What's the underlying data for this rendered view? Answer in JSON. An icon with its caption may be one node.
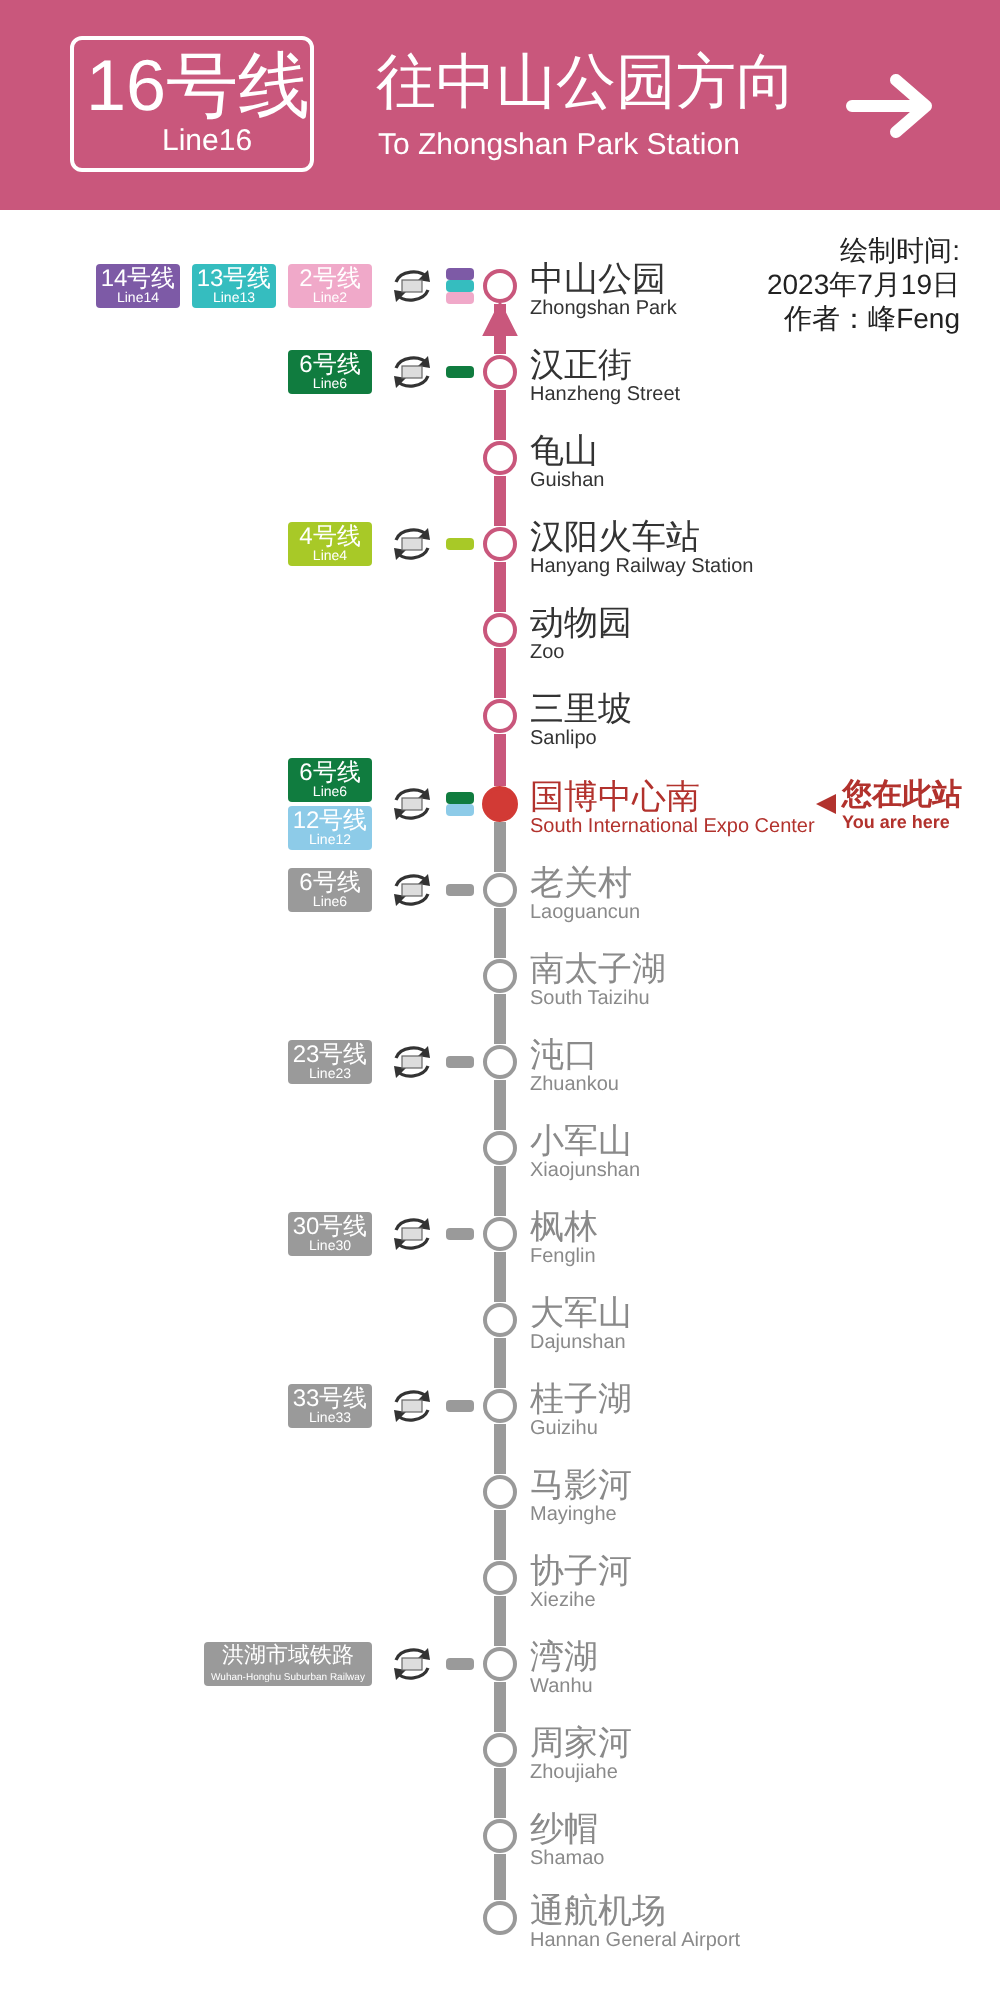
{
  "diagram": {
    "title": "往中山公园方向",
    "nodes": [
      {
        "text": [
          "16号线",
          "Line16"
        ]
      },
      {
        "text": [
          "14号线",
          "Line14"
        ]
      },
      {
        "text": [
          "13号线",
          "Line13"
        ]
      },
      {
        "text": [
          "2号线",
          "Line2"
        ]
      },
      {
        "text": [
          "中山公园",
          "Zhongshan Park"
        ]
      },
      {
        "text": [
          "6号线",
          "Line6"
        ]
      },
      {
        "text": [
          "汉正街",
          "Hanzheng Street"
        ]
      },
      {
        "text": [
          "龟山",
          "Guishan"
        ]
      },
      {
        "text": [
          "4号线",
          "Line4"
        ]
      },
      {
        "text": [
          "汉阳火车站",
          "Hanyang Railway Station"
        ]
      },
      {
        "text": [
          "动物园",
          "Zoo"
        ]
      },
      {
        "text": [
          "三里坡",
          "Sanlipo"
        ]
      },
      {
        "text": [
          "6号线",
          "Line6"
        ]
      },
      {
        "text": [
          "12号线",
          "Line12"
        ]
      },
      {
        "text": [
          "国博中心南",
          "South International Expo Center"
        ],
        "beside": [
          "您在此站",
          "You are here"
        ]
      },
      {
        "text": [
          "6号线",
          "Line6"
        ]
      },
      {
        "text": [
          "老关村",
          "Laoguancun"
        ]
      },
      {
        "text": [
          "南太子湖",
          "South Taizihu"
        ]
      },
      {
        "text": [
          "23号线",
          "Line23"
        ]
      },
      {
        "text": [
          "沌口",
          "Zhuankou"
        ]
      },
      {
        "text": [
          "小军山",
          "Xiaojunshan"
        ]
      },
      {
        "text": [
          "30号线",
          "Line30"
        ]
      },
      {
        "text": [
          "枫林",
          "Fenglin"
        ]
      },
      {
        "text": [
          "大军山",
          "Dajunshan"
        ]
      },
      {
        "text": [
          "33号线",
          "Line33"
        ]
      },
      {
        "text": [
          "桂子湖",
          "Guizihu"
        ]
      },
      {
        "text": [
          "马影河",
          "Mayinghe"
        ]
      },
      {
        "text": [
          "协子河",
          "Xiezihe"
        ]
      },
      {
        "text": [
          "洪湖市域铁路",
          "Wuhan-Honghu Suburban Railway"
        ]
      },
      {
        "text": [
          "湾湖",
          "Wanhu"
        ]
      },
      {
        "text": [
          "周家河",
          "Zhoujiahe"
        ]
      },
      {
        "text": [
          "纱帽",
          "Shamao"
        ]
      },
      {
        "text": [
          "通航机场",
          "Hannan General Airport"
        ]
      }
    ],
    "edges": [
      {
        "from": 6,
        "to": 4,
        "arrow": "to",
        "color": "#c9577c"
      },
      {
        "from": 6,
        "to": 7,
        "arrow": "none",
        "color": "#c9577c"
      },
      {
        "from": 7,
        "to": 9,
        "arrow": "none",
        "color": "#c9577c"
      },
      {
        "from": 9,
        "to": 10,
        "arrow": "none",
        "color": "#c9577c"
      },
      {
        "from": 10,
        "to": 11,
        "arrow": "none",
        "color": "#c9577c"
      },
      {
        "from": 11,
        "to": 14,
        "arrow": "none",
        "color": "#c9577c"
      },
      {
        "from": 14,
        "to": 16,
        "arrow": "none"
      },
      {
        "from": 16,
        "to": 17,
        "arrow": "none"
      },
      {
        "from": 17,
        "to": 19,
        "arrow": "none"
      },
      {
        "from": 19,
        "to": 20,
        "arrow": "none"
      },
      {
        "from": 20,
        "to": 22,
        "arrow": "none"
      },
      {
        "from": 22,
        "to": 23,
        "arrow": "none"
      },
      {
        "from": 23,
        "to": 25,
        "arrow": "none"
      },
      {
        "from": 25,
        "to": 26,
        "arrow": "none"
      },
      {
        "from": 26,
        "to": 27,
        "arrow": "none"
      },
      {
        "from": 27,
        "to": 29,
        "arrow": "none"
      },
      {
        "from": 29,
        "to": 30,
        "arrow": "none"
      },
      {
        "from": 30,
        "to": 31,
        "arrow": "none"
      },
      {
        "from": 31,
        "to": 32,
        "arrow": "none"
      }
    ],
    "labels": [
      "To Zhongshan Park Station",
      "绘制时间:",
      "2023年7月19日",
      "作者：峰Feng"
    ]
  }
}
